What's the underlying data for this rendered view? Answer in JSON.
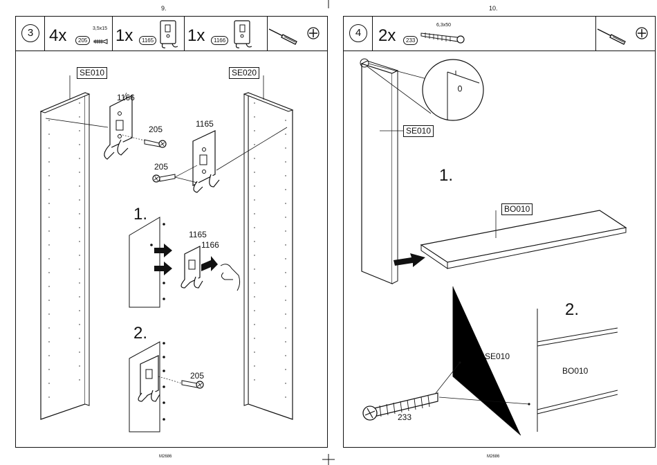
{
  "pages": {
    "left_number": "9.",
    "right_number": "10.",
    "left_footer": "M2686",
    "right_footer": "M2686"
  },
  "step3": {
    "step_number": "3",
    "parts": [
      {
        "qty": "4x",
        "code": "205",
        "size": "3,5x15"
      },
      {
        "qty": "1x",
        "code": "1165"
      },
      {
        "qty": "1x",
        "code": "1166"
      }
    ],
    "panel_left_label": "SE010",
    "panel_right_label": "SE020",
    "callout_1166": "1166",
    "callout_205_a": "205",
    "callout_1165": "1165",
    "callout_205_b": "205",
    "sub1": "1.",
    "sub1_1165": "1165",
    "sub1_1166": "1166",
    "sub2": "2.",
    "sub2_205": "205"
  },
  "step4": {
    "step_number": "4",
    "part": {
      "qty": "2x",
      "code": "233",
      "size": "6,3x50"
    },
    "side_label": "SE010",
    "sub1": "1.",
    "shelf_label": "BO010",
    "sub2": "2.",
    "detail_side": "SE010",
    "detail_shelf": "BO010",
    "detail_screw": "233"
  },
  "icons": [
    "screwdriver-icon",
    "phillips-head-icon",
    "hand-icon",
    "arrow-icon"
  ]
}
